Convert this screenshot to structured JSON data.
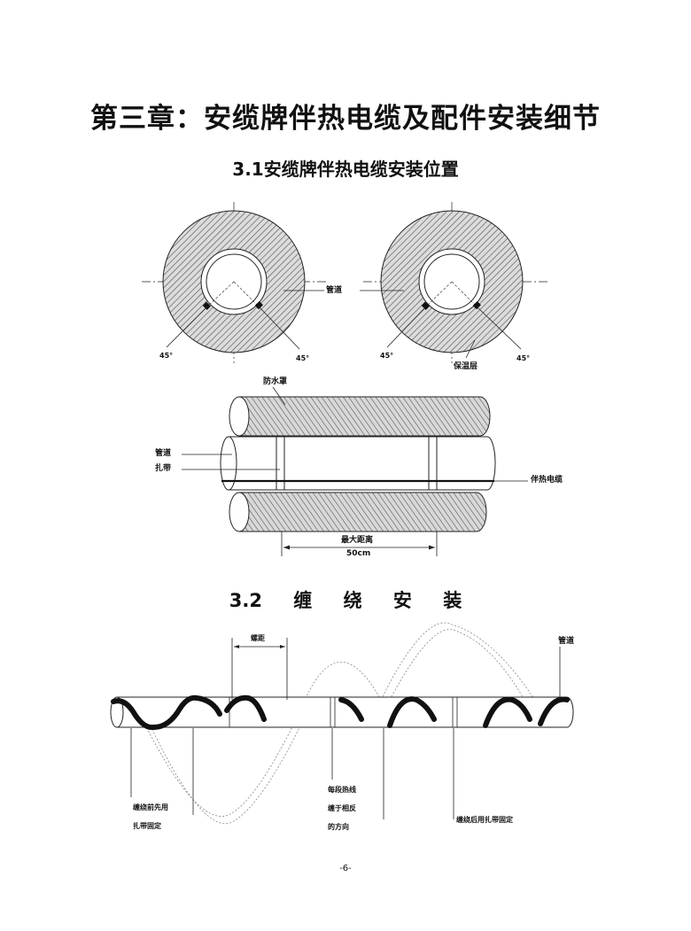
{
  "chapter_title": "第三章：安缆牌伴热电缆及配件安装细节",
  "section_3_1": {
    "title": "3.1安缆牌伴热电缆安装位置",
    "cross_section": {
      "pipe_label": "管道",
      "angle_left": "45°",
      "angle_right": "45°",
      "angle_left_2": "45°",
      "angle_right_2": "45°",
      "insulation_label": "保温层"
    },
    "side_view": {
      "jacket_label": "防水罩",
      "pipe_label": "管道",
      "strap_label": "扎带",
      "cable_label": "伴热电缆",
      "max_distance_label": "最大距离",
      "max_distance_value": "50cm"
    }
  },
  "section_3_2": {
    "title_parts": [
      "3.2",
      "缠",
      "绕",
      "安",
      "装"
    ],
    "pitch_label": "螺距",
    "pipe_label": "管道",
    "note_left": [
      "缠绕前先用",
      "扎带固定"
    ],
    "note_middle": [
      "每段热线",
      "缠于相反",
      "的方向"
    ],
    "note_right": "缠绕后用扎带固定"
  },
  "page_number": "-6-"
}
